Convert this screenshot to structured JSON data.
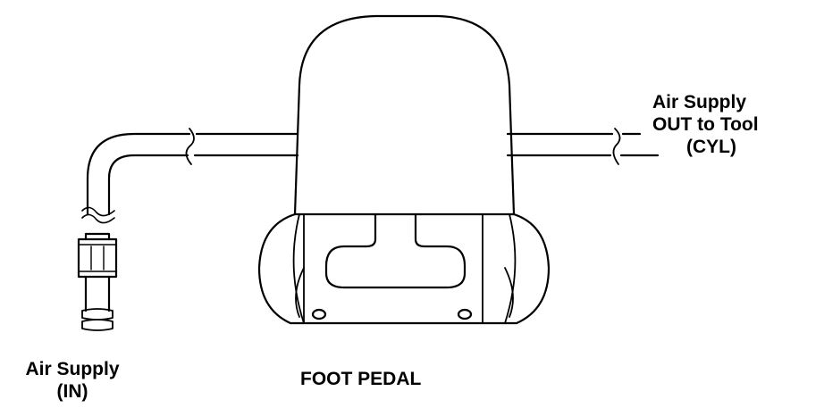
{
  "labels": {
    "air_out_line1": "Air Supply",
    "air_out_line2": "OUT to Tool",
    "air_out_line3": "(CYL)",
    "air_in_line1": "Air Supply",
    "air_in_line2": "(IN)",
    "foot_pedal": "FOOT PEDAL"
  },
  "colors": {
    "stroke": "#000000",
    "background": "#ffffff"
  }
}
